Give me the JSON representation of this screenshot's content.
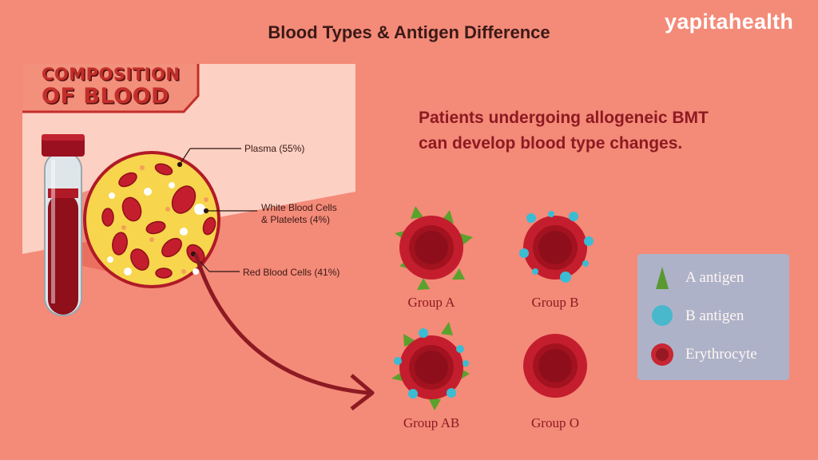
{
  "header": {
    "title": "Blood Types & Antigen Difference",
    "brand": "yapitahealth"
  },
  "composition": {
    "heading_line1": "COMPOSITION",
    "heading_line2": "OF BLOOD",
    "labels": {
      "plasma": "Plasma (55%)",
      "wbc_line1": "White Blood Cells",
      "wbc_line2": "& Platelets (4%)",
      "rbc": "Red Blood Cells (41%)"
    }
  },
  "subtitle": {
    "line1": "Patients undergoing allogeneic BMT",
    "line2": "can develop blood type changes."
  },
  "groups": [
    {
      "label": "Group A",
      "a_antigen": true,
      "b_antigen": false
    },
    {
      "label": "Group B",
      "a_antigen": false,
      "b_antigen": true
    },
    {
      "label": "Group AB",
      "a_antigen": true,
      "b_antigen": true
    },
    {
      "label": "Group O",
      "a_antigen": false,
      "b_antigen": false
    }
  ],
  "legend": {
    "items": [
      {
        "label": "A antigen",
        "icon": "triangle-icon"
      },
      {
        "label": "B antigen",
        "icon": "circle-icon"
      },
      {
        "label": "Erythrocyte",
        "icon": "cell-icon"
      }
    ]
  },
  "colors": {
    "background": "#f48a78",
    "a_antigen": "#4e9a2a",
    "b_antigen": "#3bbcd4",
    "erythrocyte": "#c41e2e",
    "plasma": "#f7d54c"
  }
}
